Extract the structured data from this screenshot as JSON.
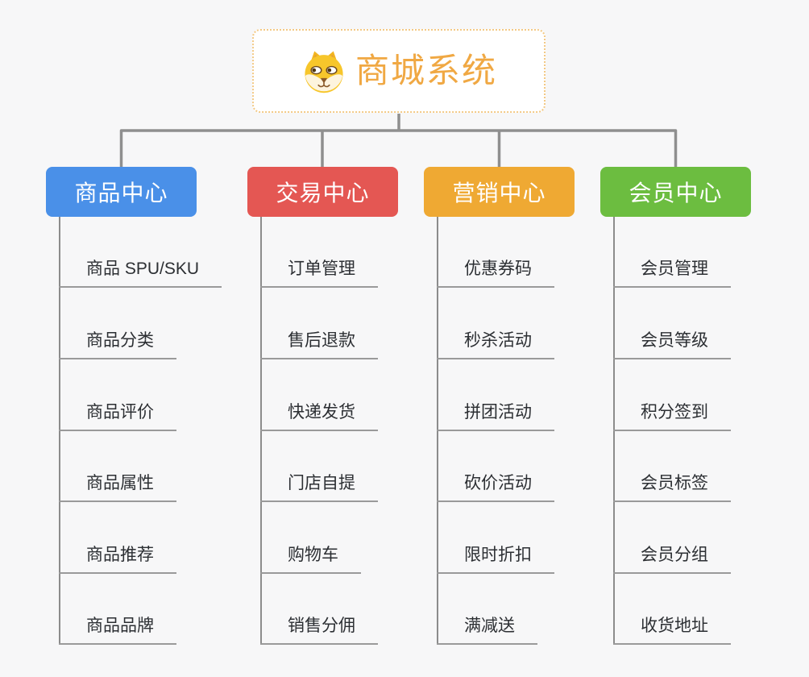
{
  "root": {
    "title": "商城系统",
    "icon": "dog-face-icon",
    "title_color": "#f0a843",
    "border_color": "#f3c985"
  },
  "connector_color": "#8f8f8f",
  "branches": [
    {
      "label": "商品中心",
      "color": "#4a90e8",
      "items": [
        "商品 SPU/SKU",
        "商品分类",
        "商品评价",
        "商品属性",
        "商品推荐",
        "商品品牌"
      ]
    },
    {
      "label": "交易中心",
      "color": "#e45753",
      "items": [
        "订单管理",
        "售后退款",
        "快递发货",
        "门店自提",
        "购物车",
        "销售分佣"
      ]
    },
    {
      "label": "营销中心",
      "color": "#efa933",
      "items": [
        "优惠券码",
        "秒杀活动",
        "拼团活动",
        "砍价活动",
        "限时折扣",
        "满减送"
      ]
    },
    {
      "label": "会员中心",
      "color": "#6cbd40",
      "items": [
        "会员管理",
        "会员等级",
        "积分签到",
        "会员标签",
        "会员分组",
        "收货地址"
      ]
    }
  ]
}
